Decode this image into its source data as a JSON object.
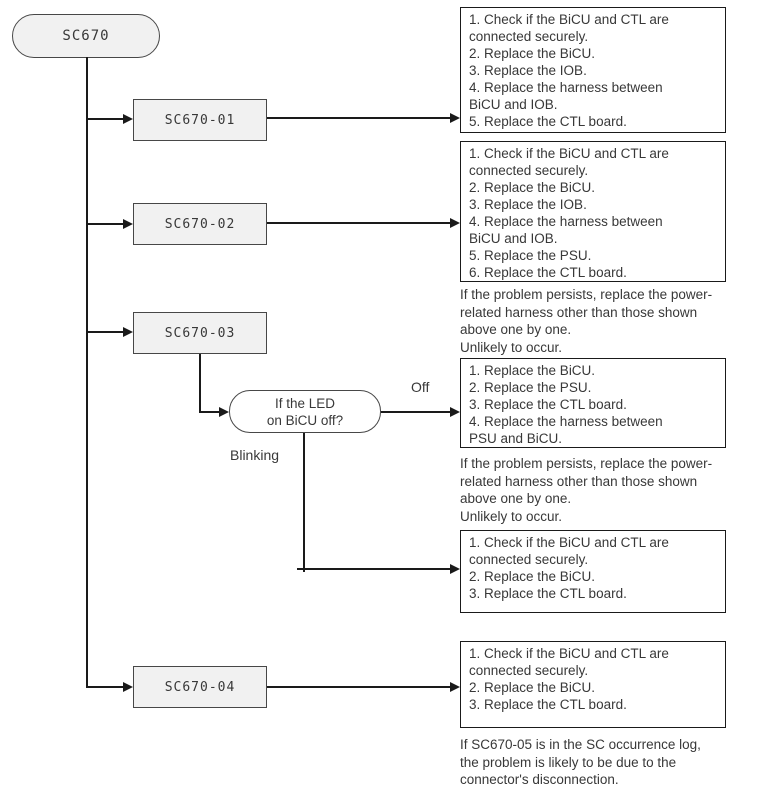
{
  "diagram": {
    "title_code": "SC670",
    "root_label": "SC670",
    "nodes": {
      "n01": "SC670-01",
      "n02": "SC670-02",
      "n03": "SC670-03",
      "n04": "SC670-04"
    },
    "decision": {
      "question": "If the LED\non BiCU off?",
      "off_label": "Off",
      "blinking_label": "Blinking"
    },
    "boxes": {
      "b01": "1. Check if the BiCU and CTL are\nconnected securely.\n2. Replace the BiCU.\n3. Replace the IOB.\n4. Replace the harness between\nBiCU and IOB.\n5. Replace the CTL board.",
      "b02": "1. Check if the BiCU and CTL are\nconnected securely.\n2. Replace the BiCU.\n3. Replace the IOB.\n4. Replace the harness between\nBiCU and IOB.\n5. Replace the PSU.\n6. Replace the CTL board.",
      "b_off": "1. Replace the BiCU.\n2. Replace the PSU.\n3. Replace the CTL board.\n4. Replace the harness between\nPSU and BiCU.",
      "b_blinking": "1. Check if the BiCU and CTL are\nconnected securely.\n2. Replace the BiCU.\n3. Replace the CTL board.",
      "b04": "1. Check if the BiCU and CTL are\nconnected securely.\n2. Replace the BiCU.\n3. Replace the CTL board."
    },
    "notes": {
      "after_b02": "If the problem persists, replace the power-\nrelated harness other than those shown\nabove one by one.\nUnlikely to occur.",
      "after_b_off": "If the problem persists, replace the power-\nrelated harness other than those shown\nabove one by one.\nUnlikely to occur.",
      "after_b04": "If SC670-05 is in the SC occurrence log,\nthe problem is likely to be due to the\nconnector's disconnection."
    },
    "colors": {
      "node_fill": "#f1f1f1",
      "node_border": "#474747",
      "line": "#1a1a1a",
      "text": "#383838",
      "box_border": "#1a1a1a",
      "background": "#ffffff"
    }
  }
}
